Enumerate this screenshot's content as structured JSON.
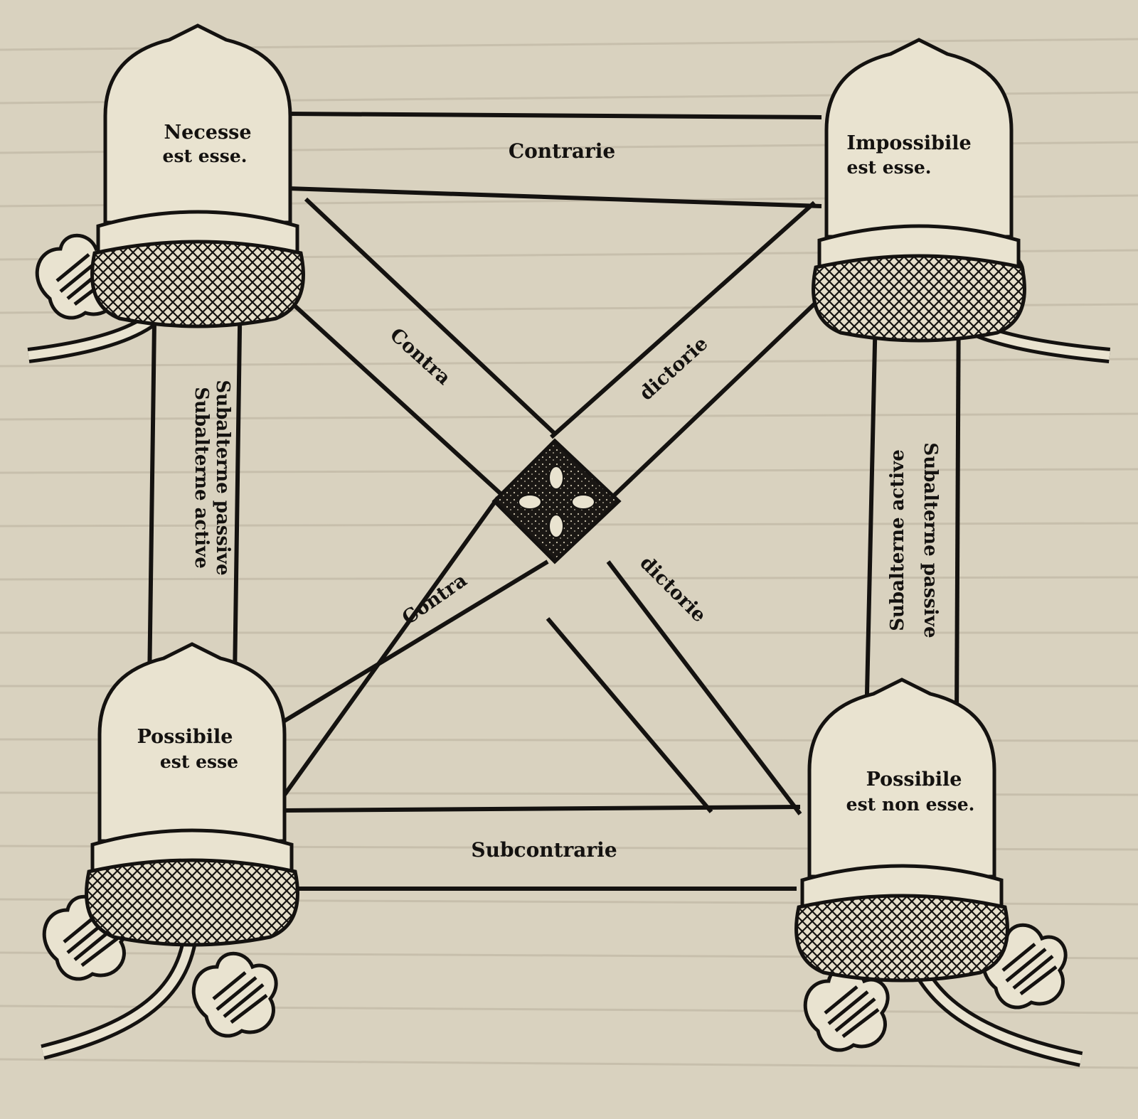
{
  "diagram": {
    "corners": {
      "top_left": [
        "Necesse",
        "est esse."
      ],
      "top_right": [
        "Impossibile",
        "est esse."
      ],
      "bottom_left": [
        "Possibile",
        "est esse"
      ],
      "bottom_right": [
        "Possibile",
        "est non esse."
      ]
    },
    "edges": {
      "top": "Contrarie",
      "bottom": "Subcontrarie",
      "left_outer": "Subalterne passive",
      "left_inner": "Subalterne active",
      "right_outer": "Subalterne passive",
      "right_inner": "Subalterne active"
    },
    "diagonals": {
      "upper_left": "Contra",
      "upper_right": "dictorie",
      "lower_left": "Contra",
      "lower_right": "dictorie"
    }
  },
  "colors": {
    "paper": "#d9d2bf",
    "ink": "#141210",
    "show_through_text": "#9c9584"
  }
}
